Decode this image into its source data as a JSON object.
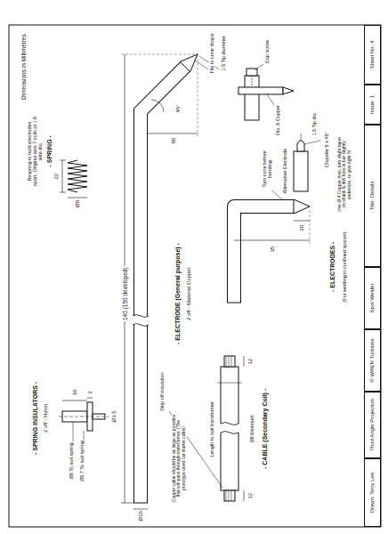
{
  "diagram": {
    "nodes": [
      {
        "text": [
          "Drawn: Terry Lee"
        ]
      },
      {
        "text": [
          "Third Angle Projection"
        ]
      },
      {
        "text": [
          "© WREN Turbines"
        ]
      },
      {
        "text": [
          "Spot Welder"
        ]
      },
      {
        "text": [
          "Title: Details"
        ]
      },
      {
        "text": [
          "Issue: 1"
        ]
      },
      {
        "text": [
          "Sheet No. 4"
        ]
      }
    ],
    "labels": [
      "Dimensions in Millimetres",
      "Respring to hold electrodes apart. Original was 7 coils at 1.6 wire dia.",
      "- SPRING -",
      "22",
      "Ø8",
      "- SPRING INSULATORS -",
      "2 off - Nylon",
      "Ø8 To suit spring",
      "Ø5.7 To suit spring",
      "10",
      "2",
      "Ø3.5",
      "140 (150 developed)",
      "Ø10",
      "45°",
      "80",
      "File to cone shape",
      "1.5 Tip diameter",
      "- ELECTRODE (General purpose) -",
      "2 off - Material Copper",
      "Cap screw",
      "Dia. 6 Copper",
      "Alternative Electrode",
      "1.5 Tip dia",
      "Chamfer 5 x 45°",
      "Use Ø 4 Copper rivet, turn slight taper on shank & drill hole in bar slightly undersize, to give tight fit.",
      "Turn cone before bending",
      "20",
      "35",
      "- ELECTRODES -",
      "(For welding in confined spaces)",
      "Length to suit transformer",
      "12",
      "12",
      "Ø6 Minimum",
      "- CABLE (Secondary Coil) -",
      "Strip off insulation",
      "Copper cable should be as large as possible that will pass through transformer. (The prototype used car starter cable)"
    ]
  }
}
